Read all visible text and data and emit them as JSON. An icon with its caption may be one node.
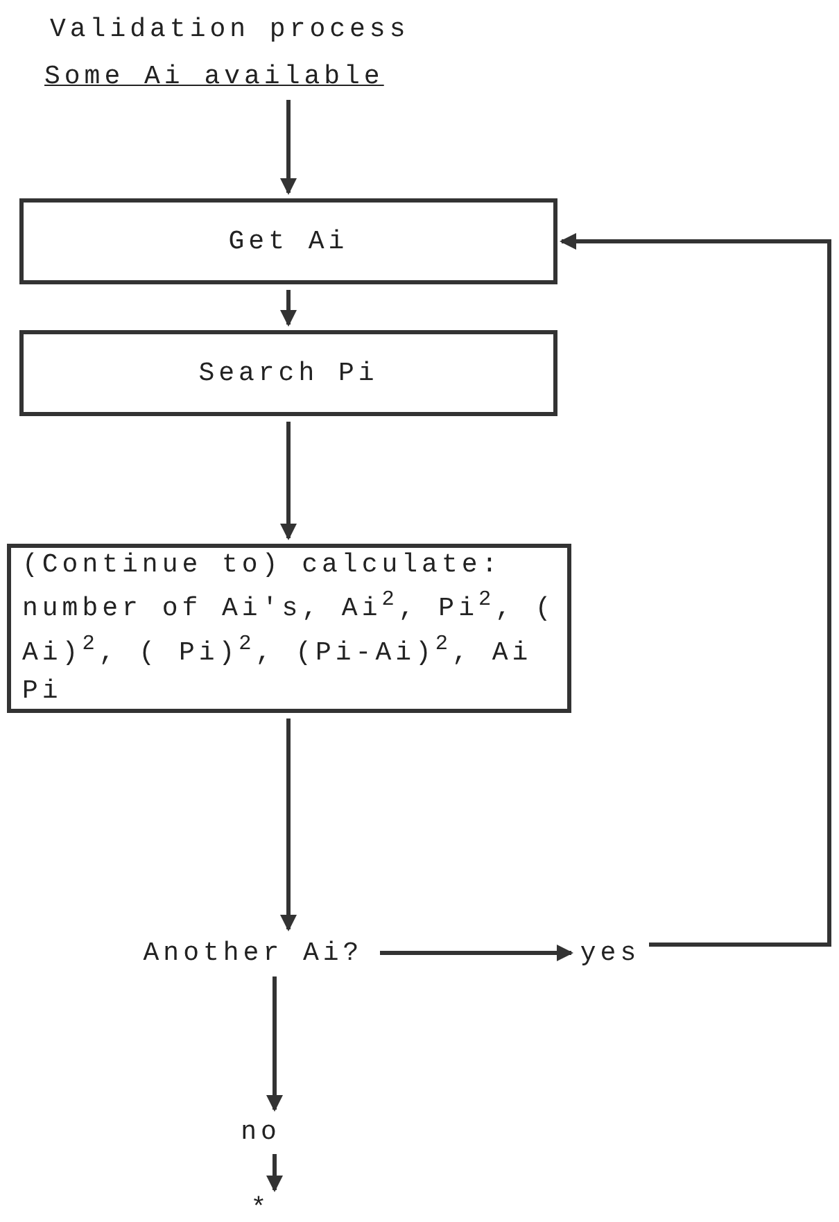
{
  "diagram": {
    "title": "Validation process",
    "nodes": [
      {
        "text": [
          "Some Ai available"
        ]
      },
      {
        "text": [
          "Get Ai"
        ]
      },
      {
        "text": [
          "Search Pi"
        ]
      },
      {
        "text": [
          "(Continue to) calculate: number of Ai's, Ai$^{2}$, Pi$^{2}$, ( Ai)$^{2}$, ( Pi)$^{2}$, (Pi-Ai)$^{2}$, Ai Pi"
        ]
      },
      {
        "text": [
          "Another Ai?"
        ]
      },
      {
        "text": [
          "yes"
        ]
      },
      {
        "text": [
          "no"
        ]
      },
      {
        "text": [
          "*"
        ]
      }
    ],
    "edges": [
      {
        "from": 0,
        "to": 1,
        "arrow": "to"
      },
      {
        "from": 1,
        "to": 2,
        "arrow": "to"
      },
      {
        "from": 2,
        "to": 3,
        "arrow": "to"
      },
      {
        "from": 3,
        "to": 4,
        "arrow": "to"
      },
      {
        "from": 4,
        "to": 5,
        "arrow": "to"
      },
      {
        "from": 5,
        "to": 1,
        "arrow": "to"
      },
      {
        "from": 4,
        "to": 6,
        "arrow": "to"
      },
      {
        "from": 6,
        "to": 7,
        "arrow": "to"
      }
    ]
  }
}
